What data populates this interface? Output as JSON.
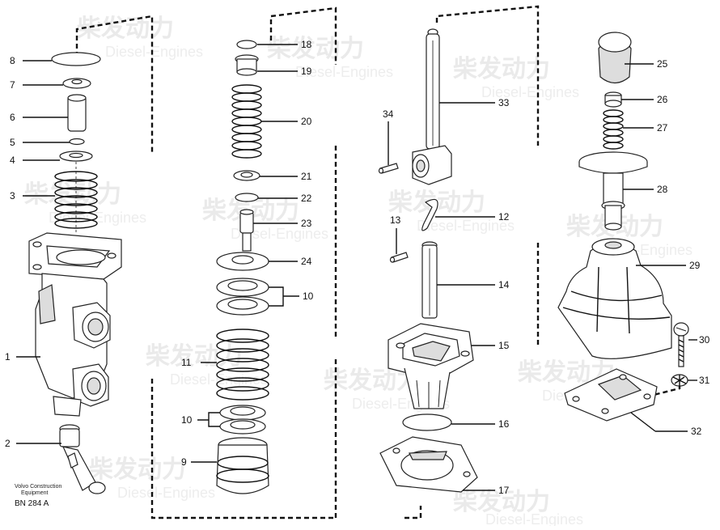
{
  "callouts": [
    {
      "id": "c1",
      "text": "1"
    },
    {
      "id": "c2",
      "text": "2"
    },
    {
      "id": "c3",
      "text": "3"
    },
    {
      "id": "c4",
      "text": "4"
    },
    {
      "id": "c5",
      "text": "5"
    },
    {
      "id": "c6",
      "text": "6"
    },
    {
      "id": "c7",
      "text": "7"
    },
    {
      "id": "c8",
      "text": "8"
    },
    {
      "id": "c9",
      "text": "9"
    },
    {
      "id": "c10a",
      "text": "10"
    },
    {
      "id": "c10b",
      "text": "10"
    },
    {
      "id": "c11",
      "text": "11"
    },
    {
      "id": "c12",
      "text": "12"
    },
    {
      "id": "c13",
      "text": "13"
    },
    {
      "id": "c14",
      "text": "14"
    },
    {
      "id": "c15",
      "text": "15"
    },
    {
      "id": "c16",
      "text": "16"
    },
    {
      "id": "c17",
      "text": "17"
    },
    {
      "id": "c18",
      "text": "18"
    },
    {
      "id": "c19",
      "text": "19"
    },
    {
      "id": "c20",
      "text": "20"
    },
    {
      "id": "c21",
      "text": "21"
    },
    {
      "id": "c22",
      "text": "22"
    },
    {
      "id": "c23",
      "text": "23"
    },
    {
      "id": "c24",
      "text": "24"
    },
    {
      "id": "c25",
      "text": "25"
    },
    {
      "id": "c26",
      "text": "26"
    },
    {
      "id": "c27",
      "text": "27"
    },
    {
      "id": "c28",
      "text": "28"
    },
    {
      "id": "c29",
      "text": "29"
    },
    {
      "id": "c30",
      "text": "30"
    },
    {
      "id": "c31",
      "text": "31"
    },
    {
      "id": "c32",
      "text": "32"
    },
    {
      "id": "c33",
      "text": "33"
    },
    {
      "id": "c34",
      "text": "34"
    }
  ],
  "footer": {
    "line1": "Volvo Construction",
    "line2": "Equipment",
    "code": "BN 284 A"
  },
  "watermark": {
    "cn": "柴发动力",
    "en": "Diesel-Engines"
  }
}
